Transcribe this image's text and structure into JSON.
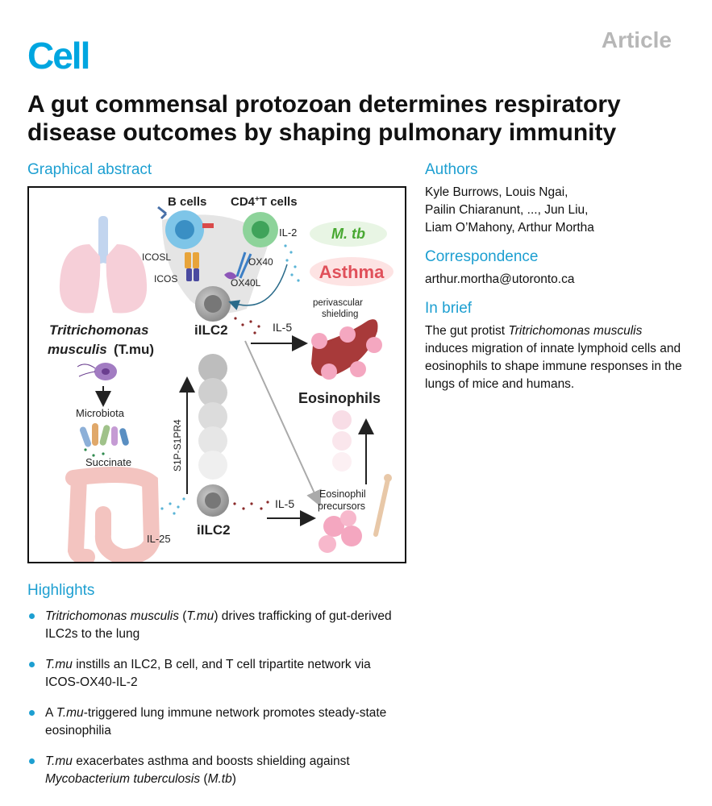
{
  "header": {
    "journal": "Cell",
    "article_type": "Article",
    "title": "A gut commensal protozoan determines respiratory disease outcomes by shaping pulmonary immunity"
  },
  "graphical_abstract": {
    "heading": "Graphical abstract",
    "labels": {
      "b_cells": "B cells",
      "cd4_t_cells": "CD4",
      "cd4_sup": "+",
      "cd4_suffix": "T cells",
      "il2": "IL-2",
      "icosl": "ICOSL",
      "icos": "ICOS",
      "ox40": "OX40",
      "ox40l": "OX40L",
      "mtb": "M. tb",
      "asthma": "Asthma",
      "perivascular": "perivascular",
      "shielding": "shielding",
      "ilc2_top": "iILC2",
      "il5_top": "IL-5",
      "tmu_line1": "Tritrichomonas",
      "tmu_line2": "musculis",
      "tmu_abbrev": "(T.mu)",
      "microbiota": "Microbiota",
      "succinate": "Succinate",
      "s1p": "S1P-S1PR4",
      "eosinophils": "Eosinophils",
      "eos_prec_1": "Eosinophil",
      "eos_prec_2": "precursors",
      "il5_bottom": "IL-5",
      "ilc2_bottom": "iILC2",
      "il25": "IL-25"
    }
  },
  "authors": {
    "heading": "Authors",
    "line1": "Kyle Burrows, Louis Ngai,",
    "line2": "Pailin Chiaranunt, ..., Jun Liu,",
    "line3": "Liam O’Mahony, Arthur Mortha"
  },
  "correspondence": {
    "heading": "Correspondence",
    "email": "arthur.mortha@utoronto.ca"
  },
  "in_brief": {
    "heading": "In brief",
    "text_before": "The gut protist ",
    "text_italic": "Tritrichomonas musculis",
    "text_after": " induces migration of innate lymphoid cells and eosinophils to shape immune responses in the lungs of mice and humans."
  },
  "highlights": {
    "heading": "Highlights",
    "h1_italic_a": "Tritrichomonas musculis",
    "h1_mid": " (",
    "h1_italic_b": "T.mu",
    "h1_rest": ") drives trafficking of gut-derived ILC2s to the lung",
    "h2_italic": "T.mu",
    "h2_rest": " instills an ILC2, B cell, and T cell tripartite network via ICOS-OX40-IL-2",
    "h3_pre": "A ",
    "h3_italic": "T.mu",
    "h3_rest": "-triggered lung immune network promotes steady-state eosinophilia",
    "h4_italic_a": "T.mu",
    "h4_mid": " exacerbates asthma and boosts shielding against ",
    "h4_italic_b": "Mycobacterium tuberculosis",
    "h4_open": " (",
    "h4_italic_c": "M.tb",
    "h4_close": ")"
  },
  "colors": {
    "brand_blue": "#00a6e0",
    "section_blue": "#1d9fd1",
    "article_gray": "#b7b7b7",
    "mtb_green": "#48a832",
    "asthma_red": "#e0505a"
  }
}
